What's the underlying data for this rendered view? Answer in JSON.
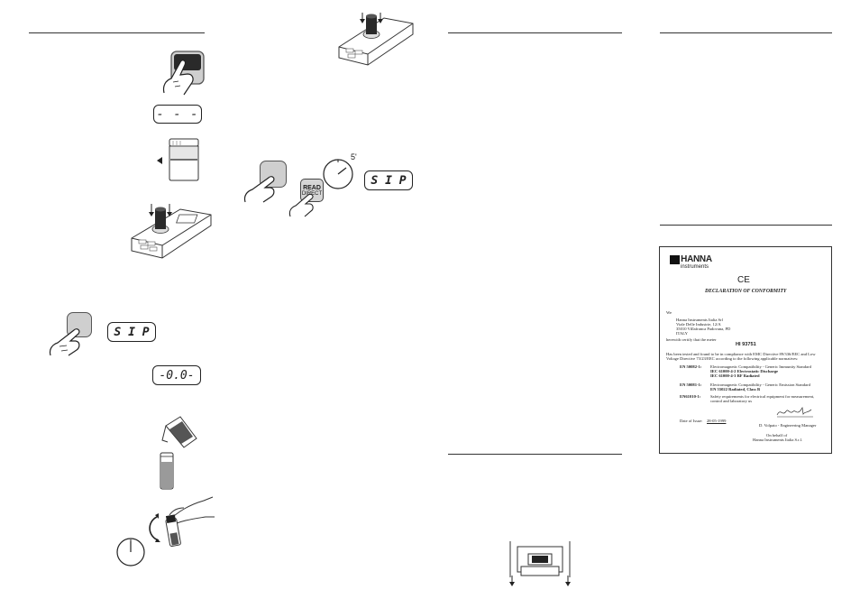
{
  "displays": {
    "dashes": "- - -",
    "sip_1": "S I P",
    "zero": "-0.0-",
    "sip_2": "S I P"
  },
  "timer_label": "5'",
  "read_key": {
    "line1": "READ",
    "line2": "DIRECT"
  },
  "declaration": {
    "brand_name": "HANNA",
    "brand_sub": "instruments",
    "ce_mark": "CE",
    "title": "DECLARATION OF CONFORMITY",
    "we": "We",
    "address": [
      "Hanna Instruments Italia Srl",
      "Viale Delle Industrie, 12/A",
      "35010 ViIlafranca Padovana, PD",
      "ITALY"
    ],
    "certify": "herewith certify that the meter",
    "model": "HI 93751",
    "tested_1": "Has been tested and found to be in compliance with EMC Directive 89/336/EEC and Low",
    "tested_2": "Voltage Directive 73/23/EEC according to the following applicable normatives:",
    "standards": [
      {
        "code": "EN 50082-1:",
        "lines": [
          "Electromagnetic Compatibility - Generic Immunity Standard",
          "IEC 61000-4-2  Electrostatic Discharge",
          "IEC 61000-4-3  RF Radiated"
        ]
      },
      {
        "code": "EN 50081-1:",
        "lines": [
          "Electromagnetic Compatibility - Generic Emission Standard",
          "EN 55022  Radiated, Class B"
        ]
      },
      {
        "code": "EN61010-1:",
        "lines": [
          "Safety requirements for electrical equipment for measurement,",
          "control and laboratory us"
        ]
      }
    ],
    "date_label": "Date of Issue:",
    "date_value": "28-05-1999",
    "signer": "D. Volpato - Engineering Manager",
    "behalf_1": "On behalf of",
    "behalf_2": "Hanna Instruments Italia S.r.l."
  },
  "icons": [
    "hand-press-icon",
    "cuvette-icon",
    "meter-icon",
    "timer-icon",
    "bottle-icon",
    "shaking-hand-icon",
    "battery-compartment-icon"
  ]
}
